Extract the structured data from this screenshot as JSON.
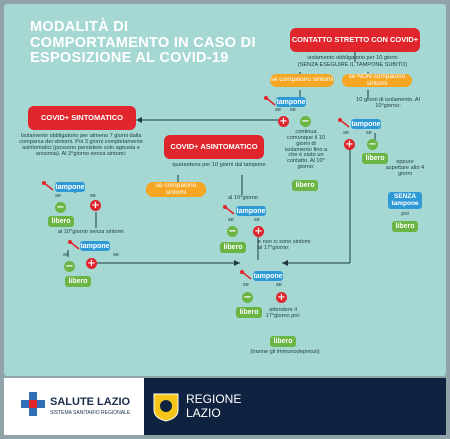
{
  "title": "MODALITÀ DI COMPORTAMENTO IN CASO DI ESPOSIZIONE AL COVID-19",
  "contatto": {
    "box": "CONTATTO STRETTO CON COVID+",
    "text1": "isolamento obbligatorio per 10 giorni",
    "text2": "(SENZA ESEGUIRE IL TAMPONE SUBITO)",
    "compaiono": "se compaiono sintomi",
    "non_compaiono": "se NON compaiono sintomi",
    "tampone": "tampone",
    "se": "se",
    "continua": "continua comunque il 10 giorni di isolamento fino a che è stato un contatto. Al 10° giorno:",
    "libero": "libero",
    "dieci_giorni": "10 giorni di isolamento. Al 10°giorno:",
    "oppure": "oppure aspettare altri 4 giorni",
    "senza": "SENZA tampone",
    "poi": "poi",
    "libero2": "libero"
  },
  "sintomatico": {
    "box": "COVID+ SINTOMATICO",
    "text": "Isolamento obbligatorio per almeno 7 giorni dalla comparsa dei sintomi. Poi 3 giorni completamente asintomatici (possono persistere solo ageusia e anosmia). Al 3°giorno senza sintomi:",
    "tampone": "tampone",
    "se": "se",
    "libero": "libero",
    "decimo": "al 10°giorno senza sintomi",
    "tampone2": "tampone",
    "libero2": "libero"
  },
  "asintomatico": {
    "box": "COVID+ ASINTOMATICO",
    "text": "quarantena per 10 giorni dal tampone",
    "compaiono": "se compaiono sintomi",
    "decimo": "al 10°giorno",
    "tampone": "tampone",
    "se": "se",
    "libero": "libero",
    "non_sintomi": "e non ci sono sintomi al 17°giorno:"
  },
  "finale": {
    "tampone": "tampone",
    "se": "se",
    "libero": "libero",
    "attendere": "attendere il 17°giorno poi:",
    "libero2": "libero",
    "tranne": "(tranne gli immunodepressi)"
  },
  "footer": {
    "salute": "SALUTE LAZIO",
    "salute_sub": "SISTEMA SANITARIO REGIONALE",
    "regione1": "REGIONE",
    "regione2": "LAZIO"
  },
  "colors": {
    "panel": "#a6d8d3",
    "red": "#e0262c",
    "orange": "#f5a623",
    "blue": "#2e9bd6",
    "green": "#6ab543",
    "navy": "#0f2340"
  }
}
